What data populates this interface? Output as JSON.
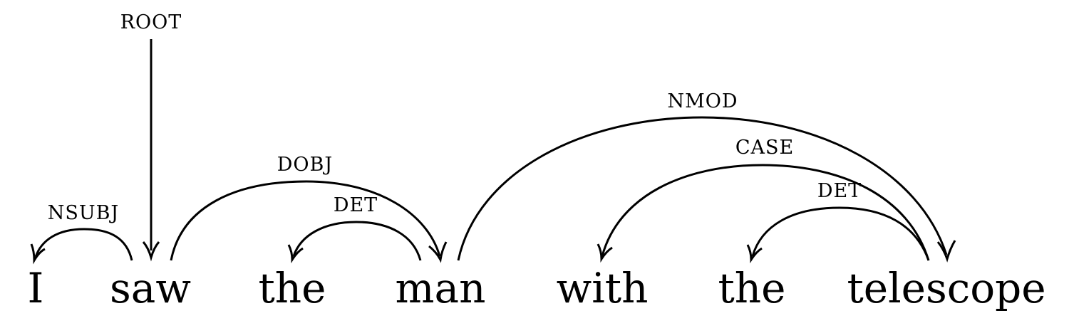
{
  "tokens": [
    "I",
    "saw",
    "the",
    "man",
    "with",
    "the",
    "telescope"
  ],
  "root": {
    "label": "ROOT",
    "token": 1
  },
  "arcs": [
    {
      "label": "NSUBJ",
      "head": 1,
      "dep": 0
    },
    {
      "label": "DOBJ",
      "head": 1,
      "dep": 3
    },
    {
      "label": "DET",
      "head": 3,
      "dep": 2
    },
    {
      "label": "NMOD",
      "head": 3,
      "dep": 6
    },
    {
      "label": "CASE",
      "head": 6,
      "dep": 4
    },
    {
      "label": "DET",
      "head": 6,
      "dep": 5
    }
  ],
  "colors": {
    "ink": "#000000",
    "background": "#ffffff"
  }
}
